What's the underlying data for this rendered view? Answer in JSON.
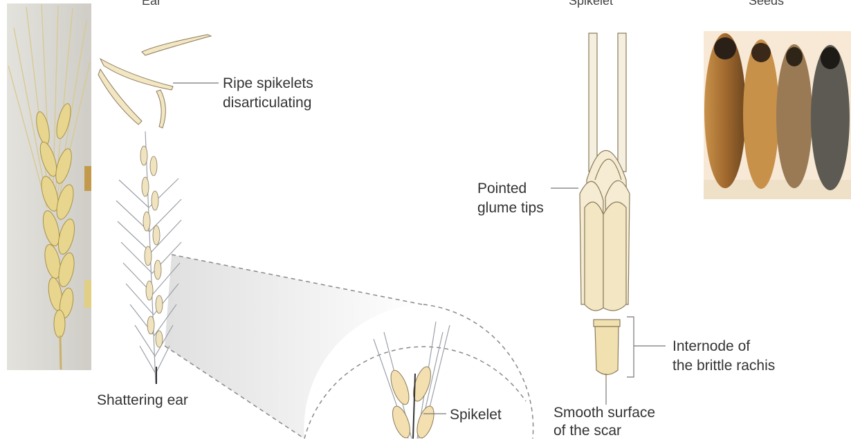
{
  "headers": {
    "ear": "Ear",
    "spikelet": "Spikelet",
    "seeds": "Seeds"
  },
  "labels": {
    "ripe_spikelets_line1": "Ripe spikelets",
    "ripe_spikelets_line2": "disarticulating",
    "shattering_ear": "Shattering ear",
    "spikelet_zoom": "Spikelet",
    "pointed_glume_line1": "Pointed",
    "pointed_glume_line2": "glume tips",
    "internode_line1": "Internode of",
    "internode_line2": "the brittle rachis",
    "smooth_surface_line1": "Smooth surface",
    "smooth_surface_line2": "of the scar"
  },
  "colors": {
    "grain_cream": "#f3e6c3",
    "grain_outline": "#8a7a5a",
    "awn_gray": "#b8bcc2",
    "photo_bg": "#d9d8d3",
    "seed_brown": "#a8783d",
    "leader": "#777777"
  }
}
